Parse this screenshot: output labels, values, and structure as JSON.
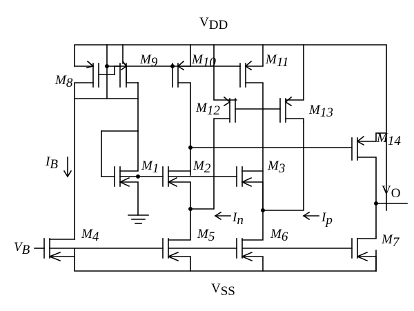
{
  "rails": {
    "vdd": {
      "main": "V",
      "sub": "DD"
    },
    "vss": {
      "main": "V",
      "sub": "SS"
    }
  },
  "terminals": {
    "vb": {
      "main": "V",
      "sub": "B"
    },
    "vo": {
      "main": "V",
      "sub": "O"
    }
  },
  "currents": {
    "ib": {
      "main": "I",
      "sub": "B"
    },
    "in": {
      "main": "I",
      "sub": "n"
    },
    "ip": {
      "main": "I",
      "sub": "p"
    }
  },
  "transistors": [
    {
      "main": "M",
      "sub": "1"
    },
    {
      "main": "M",
      "sub": "2"
    },
    {
      "main": "M",
      "sub": "3"
    },
    {
      "main": "M",
      "sub": "4"
    },
    {
      "main": "M",
      "sub": "5"
    },
    {
      "main": "M",
      "sub": "6"
    },
    {
      "main": "M",
      "sub": "7"
    },
    {
      "main": "M",
      "sub": "8"
    },
    {
      "main": "M",
      "sub": "9"
    },
    {
      "main": "M",
      "sub": "10"
    },
    {
      "main": "M",
      "sub": "11"
    },
    {
      "main": "M",
      "sub": "12"
    },
    {
      "main": "M",
      "sub": "13"
    },
    {
      "main": "M",
      "sub": "14"
    }
  ]
}
